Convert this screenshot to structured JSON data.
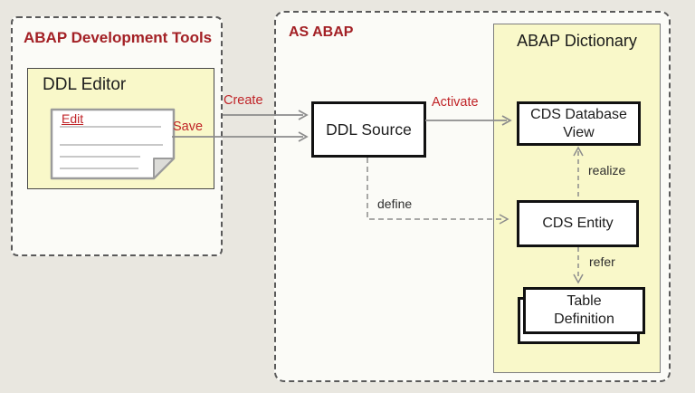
{
  "colors": {
    "page_bg": "#E9E7E0",
    "panel_bg": "#FBFBF7",
    "yellow_fill": "#F9F8C9",
    "panel_title_red": "#A32025",
    "edge_label_red": "#C02428",
    "node_border_black": "#111111",
    "arrow_gray": "#8C8C8C"
  },
  "panels": {
    "adt": {
      "title": "ABAP Development Tools"
    },
    "as_abap": {
      "title": "AS ABAP"
    },
    "dictionary": {
      "title": "ABAP Dictionary"
    }
  },
  "nodes": {
    "ddl_editor": {
      "title": "DDL Editor",
      "note_label": "Edit"
    },
    "ddl_source": {
      "label": "DDL Source"
    },
    "cds_db_view": {
      "label": "CDS Database View",
      "lines": [
        "CDS Database",
        "View"
      ]
    },
    "cds_entity": {
      "label": "CDS Entity"
    },
    "table_definition": {
      "label": "Table Definition",
      "lines": [
        "Table",
        "Definition"
      ]
    }
  },
  "edges": {
    "create": {
      "label": "Create"
    },
    "save": {
      "label": "Save"
    },
    "activate": {
      "label": "Activate"
    },
    "define": {
      "label": "define"
    },
    "realize": {
      "label": "realize"
    },
    "refer": {
      "label": "refer"
    }
  }
}
